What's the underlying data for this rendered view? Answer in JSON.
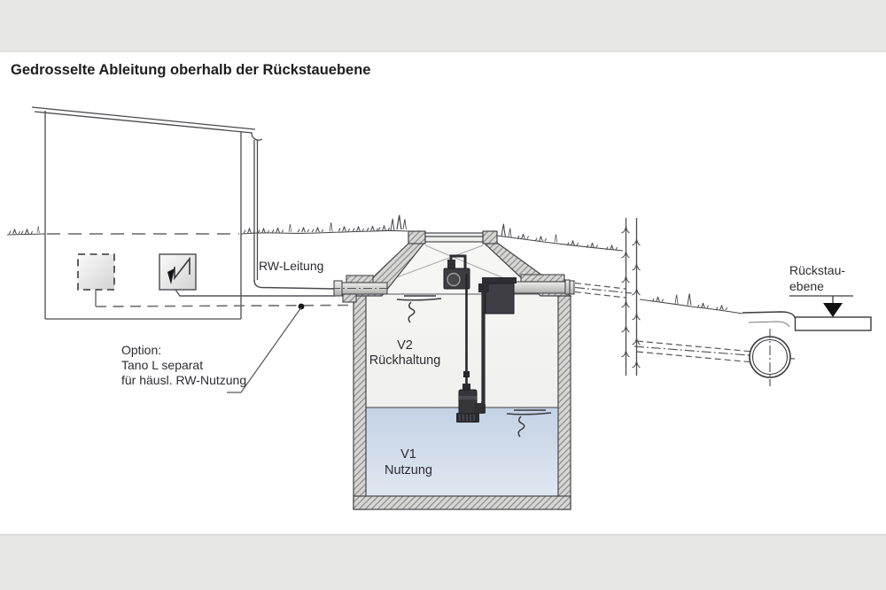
{
  "title": "Gedrosselte Ableitung oberhalb der Rückstauebene",
  "house": {
    "rw_pipe_label": "RW-Leitung",
    "option_label": {
      "line1": "Option:",
      "line2": "Tano L separat",
      "line3": "für häusl. RW-Nutzung"
    }
  },
  "tank": {
    "retention": {
      "code": "V2",
      "name": "Rückhaltung"
    },
    "usage": {
      "code": "V1",
      "name": "Nutzung"
    }
  },
  "street": {
    "backflow_label": {
      "line1": "Rückstau-",
      "line2": "ebene"
    }
  },
  "colors": {
    "page_band": "#e6e6e5",
    "canvas": "#ffffff",
    "line": "#3f3f44",
    "wall_fill": "#d6d6d4",
    "hatch_line": "#8e8e8e",
    "water_top": "#c3d2e4",
    "water_bottom": "#e0e7f1",
    "interior_top": "#f6f6f5",
    "interior_bottom": "#ebebe9",
    "device": "#36363a",
    "marker": "#111111"
  }
}
